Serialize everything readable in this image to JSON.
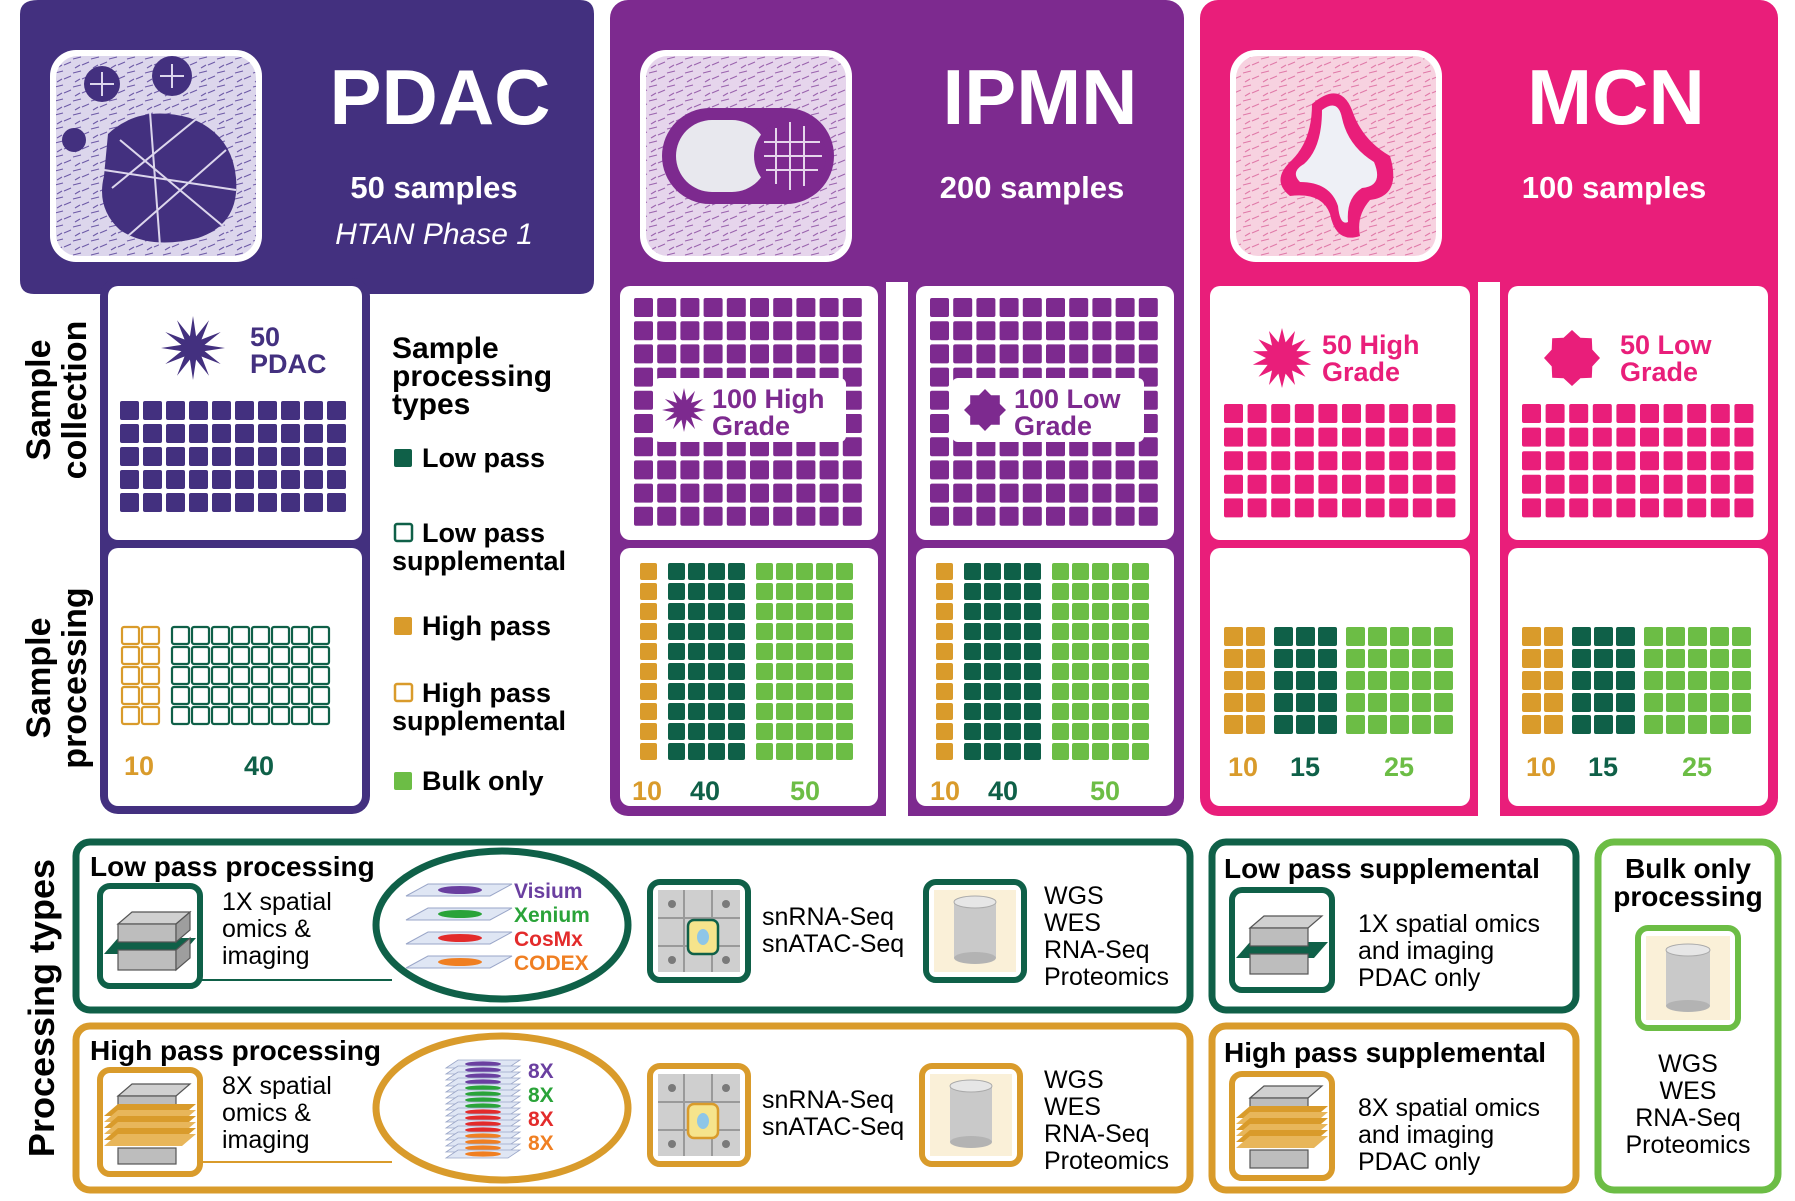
{
  "colors": {
    "pdac": "#43307f",
    "ipmn": "#7d2a8f",
    "mcn": "#e91e7a",
    "low_pass": "#0f6048",
    "high_pass": "#d99b2b",
    "bulk": "#6cbd45",
    "text": "#000000"
  },
  "side_labels": {
    "sample_collection": [
      "Sample",
      "collection"
    ],
    "sample_processing": [
      "Sample",
      "processing"
    ],
    "processing_types": "Processing types"
  },
  "headers": {
    "pdac": {
      "title": "PDAC",
      "samples": "50 samples",
      "note": "HTAN Phase 1"
    },
    "ipmn": {
      "title": "IPMN",
      "samples": "200 samples"
    },
    "mcn": {
      "title": "MCN",
      "samples": "100 samples"
    }
  },
  "legend": {
    "title": [
      "Sample",
      "processing",
      "types"
    ],
    "items": [
      {
        "key": "low_pass",
        "style": "filled",
        "label": [
          "Low pass"
        ]
      },
      {
        "key": "low_pass",
        "style": "outline",
        "label": [
          "Low pass",
          "supplemental"
        ]
      },
      {
        "key": "high_pass",
        "style": "filled",
        "label": [
          "High pass"
        ]
      },
      {
        "key": "high_pass",
        "style": "outline",
        "label": [
          "High pass",
          "supplemental"
        ]
      },
      {
        "key": "bulk",
        "style": "filled",
        "label": [
          "Bulk only"
        ]
      }
    ]
  },
  "collection": {
    "pdac": {
      "label": [
        "50",
        "PDAC"
      ],
      "count": 50
    },
    "ipmn_high": {
      "label": [
        "100 High",
        "Grade"
      ],
      "count": 100
    },
    "ipmn_low": {
      "label": [
        "100 Low",
        "Grade"
      ],
      "count": 100
    },
    "mcn_high": {
      "label": [
        "50 High",
        "Grade"
      ],
      "count": 50
    },
    "mcn_low": {
      "label": [
        "50 Low",
        "Grade"
      ],
      "count": 50
    }
  },
  "processing": {
    "pdac": {
      "high_pass_supplemental": 10,
      "low_pass_supplemental": 40,
      "labels": [
        "10",
        "40"
      ]
    },
    "ipmn_high": {
      "high_pass": 10,
      "low_pass": 40,
      "bulk": 50,
      "labels": [
        "10",
        "40",
        "50"
      ]
    },
    "ipmn_low": {
      "high_pass": 10,
      "low_pass": 40,
      "bulk": 50,
      "labels": [
        "10",
        "40",
        "50"
      ]
    },
    "mcn_high": {
      "high_pass": 10,
      "low_pass": 15,
      "bulk": 25,
      "labels": [
        "10",
        "15",
        "25"
      ]
    },
    "mcn_low": {
      "high_pass": 10,
      "low_pass": 15,
      "bulk": 25,
      "labels": [
        "10",
        "15",
        "25"
      ]
    }
  },
  "processing_types": {
    "low_pass": {
      "title": "Low pass processing",
      "spatial": [
        "1X spatial",
        "omics &",
        "imaging"
      ],
      "techs": [
        "Visium",
        "Xenium",
        "CosMx",
        "CODEX"
      ],
      "tech_colors": [
        "#6a3fa0",
        "#2aa339",
        "#e32b2b",
        "#f07f22"
      ],
      "single_cell": [
        "snRNA-Seq",
        "snATAC-Seq"
      ],
      "bulk": [
        "WGS",
        "WES",
        "RNA-Seq",
        "Proteomics"
      ]
    },
    "high_pass": {
      "title": "High pass processing",
      "spatial": [
        "8X spatial",
        "omics &",
        "imaging"
      ],
      "techs": [
        "8X",
        "8X",
        "8X",
        "8X"
      ],
      "single_cell": [
        "snRNA-Seq",
        "snATAC-Seq"
      ],
      "bulk": [
        "WGS",
        "WES",
        "RNA-Seq",
        "Proteomics"
      ]
    },
    "low_pass_supplemental": {
      "title": "Low pass supplemental",
      "text": [
        "1X spatial omics",
        "and imaging",
        "PDAC only"
      ]
    },
    "high_pass_supplemental": {
      "title": "High pass supplemental",
      "text": [
        "8X spatial omics",
        "and imaging",
        "PDAC only"
      ]
    },
    "bulk_only": {
      "title": [
        "Bulk only",
        "processing"
      ],
      "text": [
        "WGS",
        "WES",
        "RNA-Seq",
        "Proteomics"
      ]
    }
  }
}
